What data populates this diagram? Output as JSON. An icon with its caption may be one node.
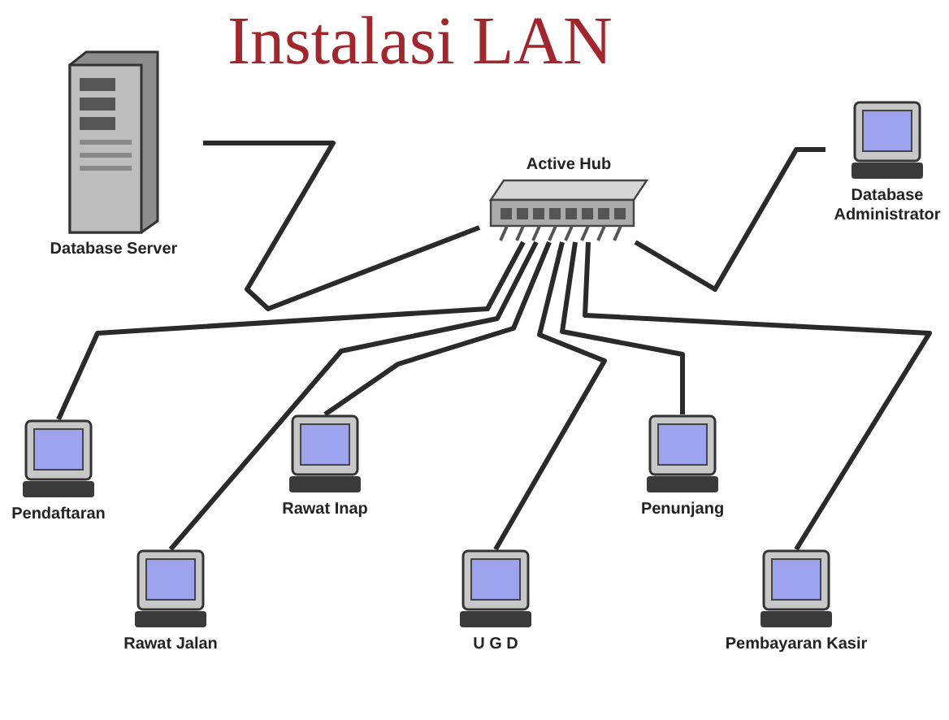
{
  "diagram": {
    "title": "Instalasi LAN",
    "nodes": [
      {
        "text": [
          "Database Server"
        ]
      },
      {
        "text": [
          "Active Hub"
        ]
      },
      {
        "text": [
          "Database Administrator"
        ]
      },
      {
        "text": [
          "Pendaftaran"
        ]
      },
      {
        "text": [
          "Rawat Inap"
        ]
      },
      {
        "text": [
          "Penunjang"
        ]
      },
      {
        "text": [
          "Rawat Jalan"
        ]
      },
      {
        "text": [
          "U G D"
        ]
      },
      {
        "text": [
          "Pembayaran Kasir"
        ]
      }
    ],
    "edges": [
      {
        "from": 1,
        "to": 0,
        "arrow": "none"
      },
      {
        "from": 1,
        "to": 2,
        "arrow": "none"
      },
      {
        "from": 1,
        "to": 3,
        "arrow": "none"
      },
      {
        "from": 1,
        "to": 6,
        "arrow": "none"
      },
      {
        "from": 1,
        "to": 4,
        "arrow": "none"
      },
      {
        "from": 1,
        "to": 7,
        "arrow": "none"
      },
      {
        "from": 1,
        "to": 5,
        "arrow": "none"
      },
      {
        "from": 1,
        "to": 8,
        "arrow": "none"
      }
    ]
  }
}
